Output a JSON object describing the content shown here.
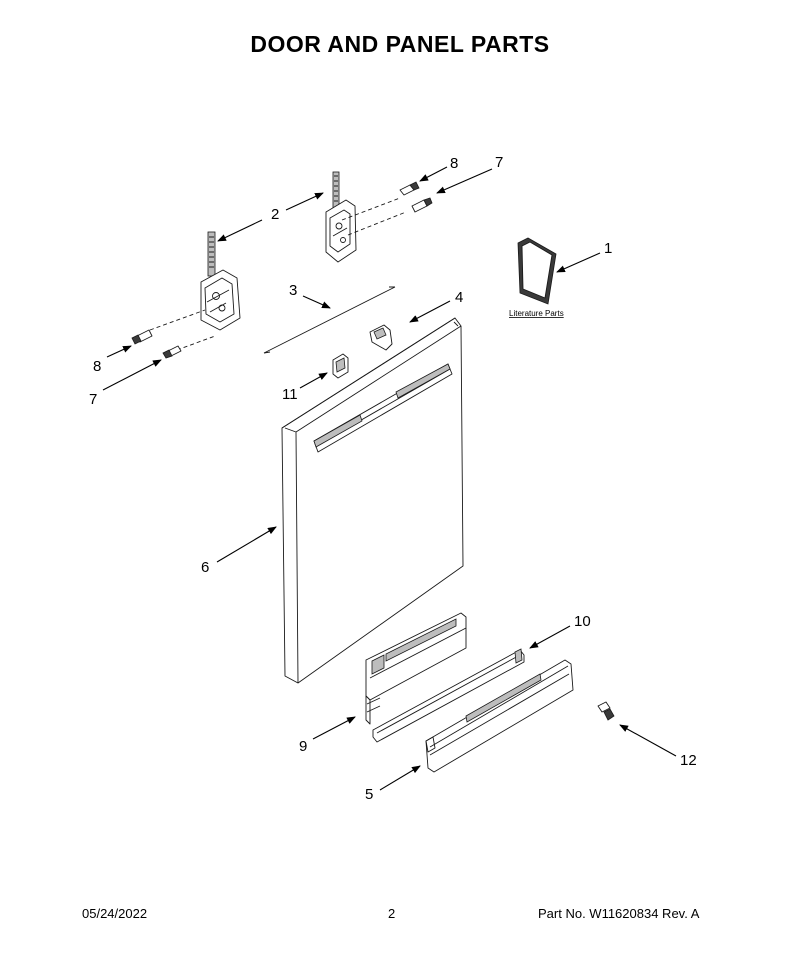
{
  "title": "DOOR AND PANEL PARTS",
  "literature_label": "Literature Parts",
  "callouts": {
    "c1": "1",
    "c2": "2",
    "c3": "3",
    "c4": "4",
    "c5": "5",
    "c6": "6",
    "c7_top": "7",
    "c7_left": "7",
    "c8_top": "8",
    "c8_left": "8",
    "c9": "9",
    "c10": "10",
    "c11": "11",
    "c12": "12"
  },
  "footer": {
    "date": "05/24/2022",
    "page": "2",
    "part_no": "Part No.  W11620834  Rev.  A"
  }
}
